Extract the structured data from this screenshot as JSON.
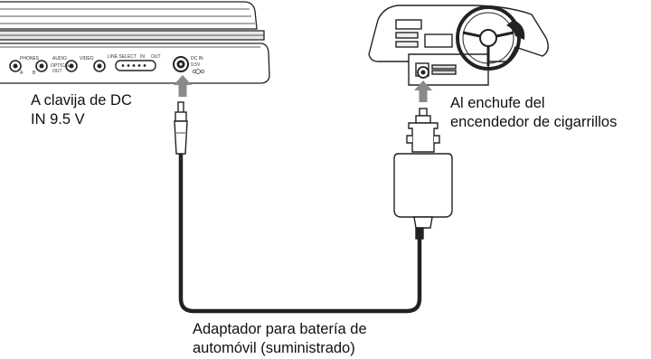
{
  "labels": {
    "dc_in_line1": "A clavija de DC",
    "dc_in_line2": "IN 9.5 V",
    "socket_line1": "Al enchufe del",
    "socket_line2": "encendedor de cigarrillos",
    "adapter_line1": "Adaptador para batería de",
    "adapter_line2": "automóvil (suministrado)"
  },
  "panel": {
    "phones": "PHONES",
    "phones_a": "A",
    "phones_b": "B",
    "audio": "AUDIO",
    "optical": "OPTICAL",
    "out": "OUT",
    "video": "VIDEO",
    "line_select": "LINE SELECT",
    "in": "IN",
    "out2": "OUT",
    "dc_in": "DC IN",
    "volt": "9.5V"
  }
}
